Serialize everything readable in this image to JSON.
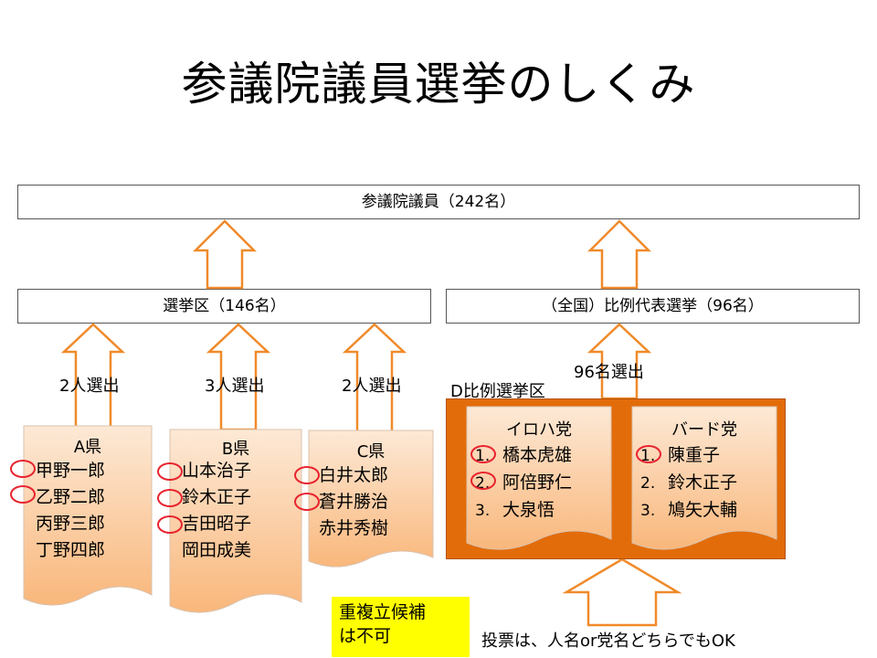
{
  "title": "参議院議員選挙のしくみ",
  "top_box": "参議院議員（242名）",
  "district_box": "選挙区（146名）",
  "national_box": "（全国）比例代表選挙（96名）",
  "elected_labels": [
    "2人選出",
    "3人選出",
    "2人選出"
  ],
  "national_elected_label": "96名選出",
  "prefectures": [
    {
      "name": "A県",
      "candidates": [
        "甲野一郎",
        "乙野二郎",
        "丙野三郎",
        "丁野四郎"
      ]
    },
    {
      "name": "B県",
      "candidates": [
        "山本治子",
        "鈴木正子",
        "吉田昭子",
        "岡田成美"
      ]
    },
    {
      "name": "C県",
      "candidates": [
        "白井太郎",
        "蒼井勝治",
        "赤井秀樹"
      ]
    }
  ],
  "pr_district": {
    "label": "D比例選挙区",
    "parties": [
      {
        "name": "イロハ党",
        "candidates": [
          "橋本虎雄",
          "阿倍野仁",
          "大泉悟"
        ]
      },
      {
        "name": "バード党",
        "candidates": [
          "陳重子",
          "鈴木正子",
          "鳩矢大輔"
        ]
      }
    ]
  },
  "list_numbers": [
    "1.",
    "2.",
    "3."
  ],
  "duplicate_note": [
    "重複立候補",
    "は不可"
  ],
  "vote_note": "投票は、人名or党名どちらでもOK",
  "colors": {
    "arrow_stroke": "#f08a2a",
    "doc_fill_top": "#fde9d6",
    "doc_fill_bottom": "#f9b77b",
    "pr_panel": "#e36c0a",
    "selection_ring": "#e8232f",
    "note_bg": "#ffff00"
  }
}
